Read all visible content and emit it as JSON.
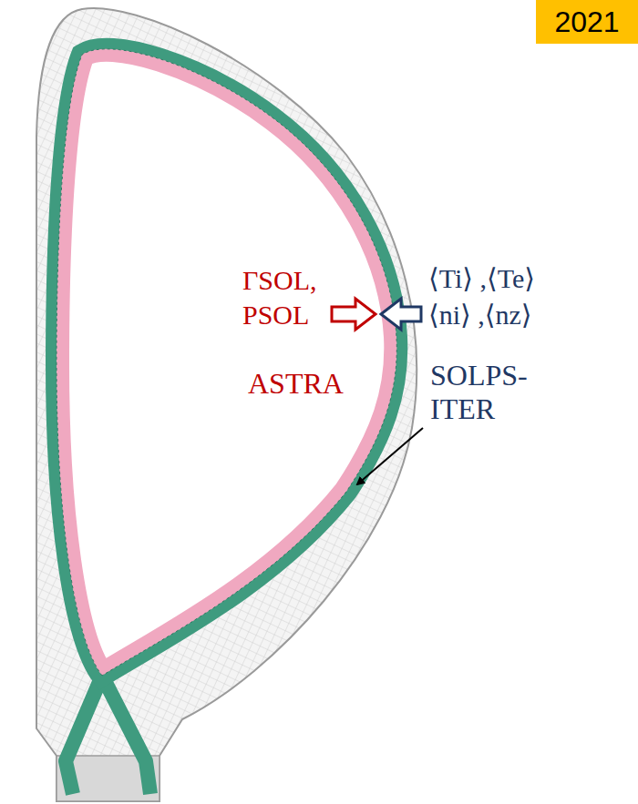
{
  "diagram": {
    "nodes": [
      {
        "text": [
          "2021"
        ]
      }
    ],
    "labels": [
      "ΓSOL,",
      "PSOL",
      "⟨Ti⟩ ,⟨Te⟩",
      "⟨ni⟩ ,⟨nz⟩",
      "ASTRA",
      "SOLPS- ITER"
    ]
  }
}
